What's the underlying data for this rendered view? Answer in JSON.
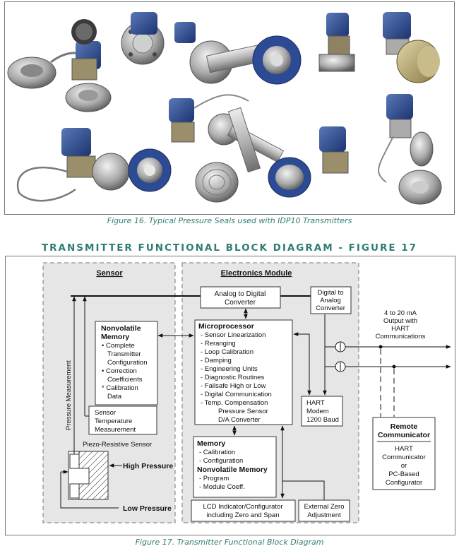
{
  "figure16": {
    "caption": "Figure 16. Typical Pressure Seals used with IDP10 Transmitters"
  },
  "figure17": {
    "heading": "TRANSMITTER FUNCTIONAL BLOCK DIAGRAM - FIGURE 17",
    "caption": "Figure 17. Transmitter Functional Block Diagram"
  },
  "diagram": {
    "sensor_title": "Sensor",
    "electronics_title": "Electronics Module",
    "adc": [
      "Analog to Digital",
      "Converter"
    ],
    "dac": [
      "Digital to",
      "Analog",
      "Converter"
    ],
    "nonvolatile": {
      "title": [
        "Nonvolatile",
        "Memory"
      ],
      "lines": [
        "• Complete",
        "Transmitter",
        "Configuration",
        "• Correction",
        "Coefficients",
        "* Calibration",
        "Data"
      ]
    },
    "micro": {
      "title": "Microprocessor",
      "lines": [
        "- Sensor Linearization",
        "- Reranging",
        "- Loop Calibration",
        "- Damping",
        "- Engineering Units",
        "- Diagnostic Routines",
        "- Failsafe High or Low",
        "- Digital Communication",
        "- Temp. Compensation",
        "Pressure Sensor",
        "D/A Converter"
      ]
    },
    "sensor_temp": [
      "Sensor",
      "Temperature",
      "Measurement"
    ],
    "pressure_measurement": "Pressure Measurement",
    "piezo": "Piezo-Resistive Sensor",
    "high_pressure": "High Pressure",
    "low_pressure": "Low Pressure",
    "hart_modem": [
      "HART",
      "Modem",
      "1200 Baud"
    ],
    "memory": {
      "title": "Memory",
      "lines": [
        "- Calibration",
        "- Configuration"
      ],
      "nv_title": "Nonvolatile Memory",
      "nv_lines": [
        "- Program",
        "- Module Coeff."
      ]
    },
    "lcd": [
      "LCD Indicator/Configurator",
      "including Zero and Span"
    ],
    "ext_zero": [
      "External Zero",
      "Adjustment"
    ],
    "output": [
      "4 to 20 mA",
      "Output with",
      "HART",
      "Communications"
    ],
    "remote": {
      "title": "Remote",
      "title2": "Communicator",
      "lines": [
        "HART",
        "Communicator",
        "or",
        "PC-Based",
        "Configurator"
      ]
    }
  }
}
